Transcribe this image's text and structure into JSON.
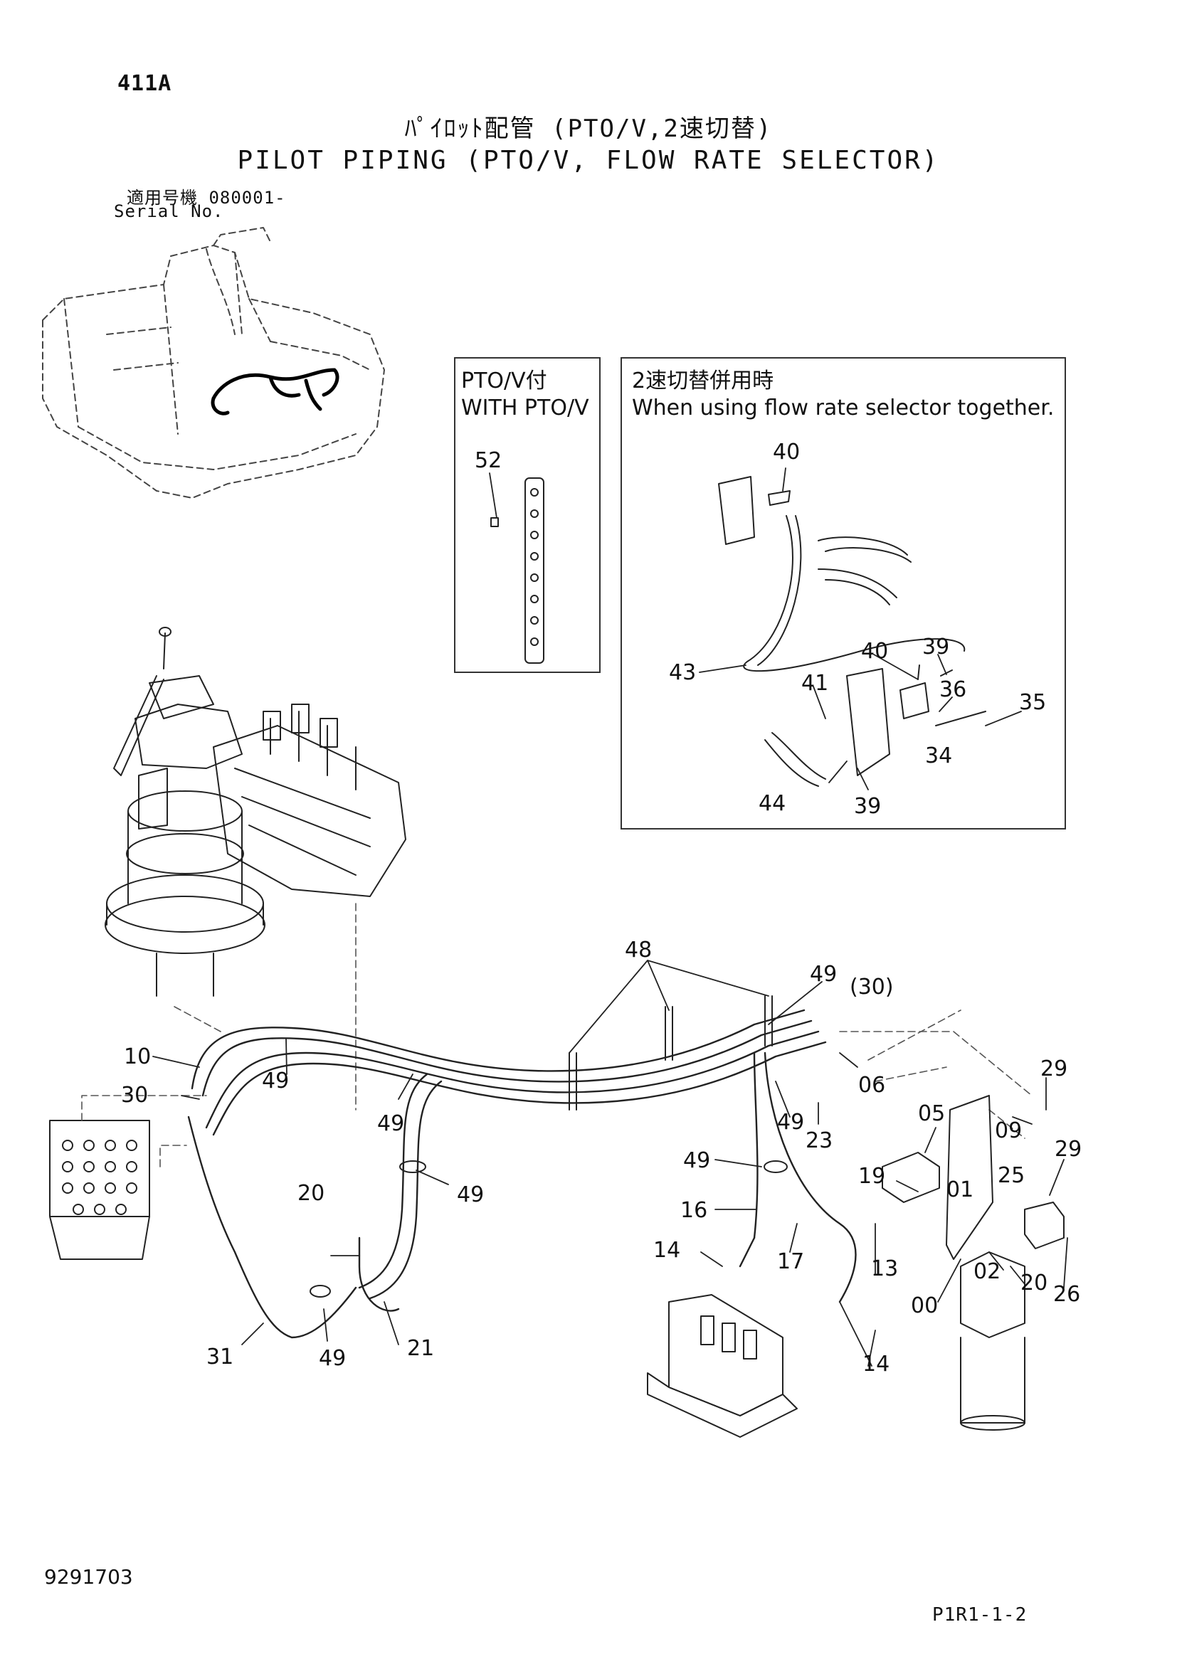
{
  "header": {
    "page_code": "411A",
    "title_jp": "ﾊﾟｲﾛｯﾄ配管 (PTO/V,2速切替)",
    "title_en": "PILOT PIPING (PTO/V, FLOW RATE SELECTOR)",
    "serial_label_jp": "適用号機  080001-",
    "serial_label_en": "Serial No."
  },
  "inset_pto": {
    "label_jp": "PTO/V付",
    "label_en": "WITH PTO/V"
  },
  "inset_flow": {
    "label_jp": "2速切替併用時",
    "label_en": "When using flow rate selector together."
  },
  "callouts": {
    "c52": "52",
    "c40a": "40",
    "c40b": "40",
    "c39a": "39",
    "c39b": "39",
    "c43": "43",
    "c41": "41",
    "c36": "36",
    "c35": "35",
    "c34": "34",
    "c44": "44",
    "c48": "48",
    "c49a": "49",
    "c30p": "(30)",
    "c10": "10",
    "c30": "30",
    "c49b": "49",
    "c49c": "49",
    "c49d": "49",
    "c49e": "49",
    "c49f": "49",
    "c49g": "49",
    "c06": "06",
    "c23": "23",
    "c29a": "29",
    "c29b": "29",
    "c05": "05",
    "c09": "09",
    "c19": "19",
    "c01": "01",
    "c25": "25",
    "c20a": "20",
    "c20b": "20",
    "c16": "16",
    "c14a": "14",
    "c14b": "14",
    "c17": "17",
    "c13": "13",
    "c02": "02",
    "c26": "26",
    "c00": "00",
    "c31": "31",
    "c21": "21"
  },
  "footer": {
    "doc_number": "9291703",
    "page_ref": "P1R1-1-2"
  }
}
